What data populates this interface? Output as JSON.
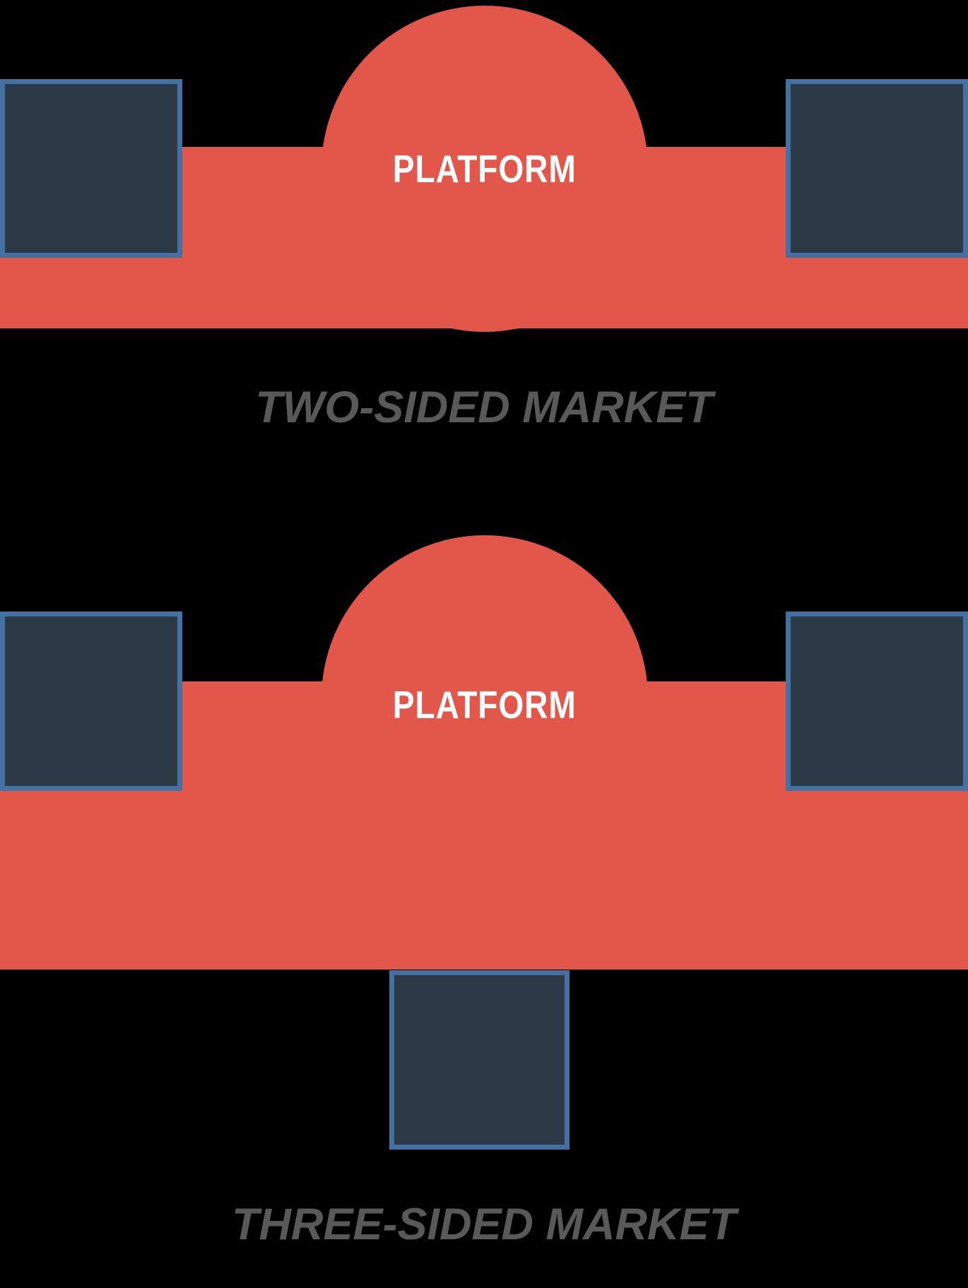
{
  "colors": {
    "background": "#000000",
    "arrow_red": "#E2574A",
    "square_fill": "#2C3A48",
    "square_border": "#4371A1",
    "platform_text": "#FFFFFF",
    "caption_text": "#595959"
  },
  "diagrams": [
    {
      "id": "two-sided-market",
      "platform_label": "PLATFORM",
      "caption": "TWO-SIDED MARKET",
      "sides": 2,
      "user_groups": [
        "left-square",
        "right-square"
      ]
    },
    {
      "id": "three-sided-market",
      "platform_label": "PLATFORM",
      "caption": "THREE-SIDED MARKET",
      "sides": 3,
      "user_groups": [
        "left-square",
        "right-square",
        "bottom-square"
      ]
    }
  ]
}
